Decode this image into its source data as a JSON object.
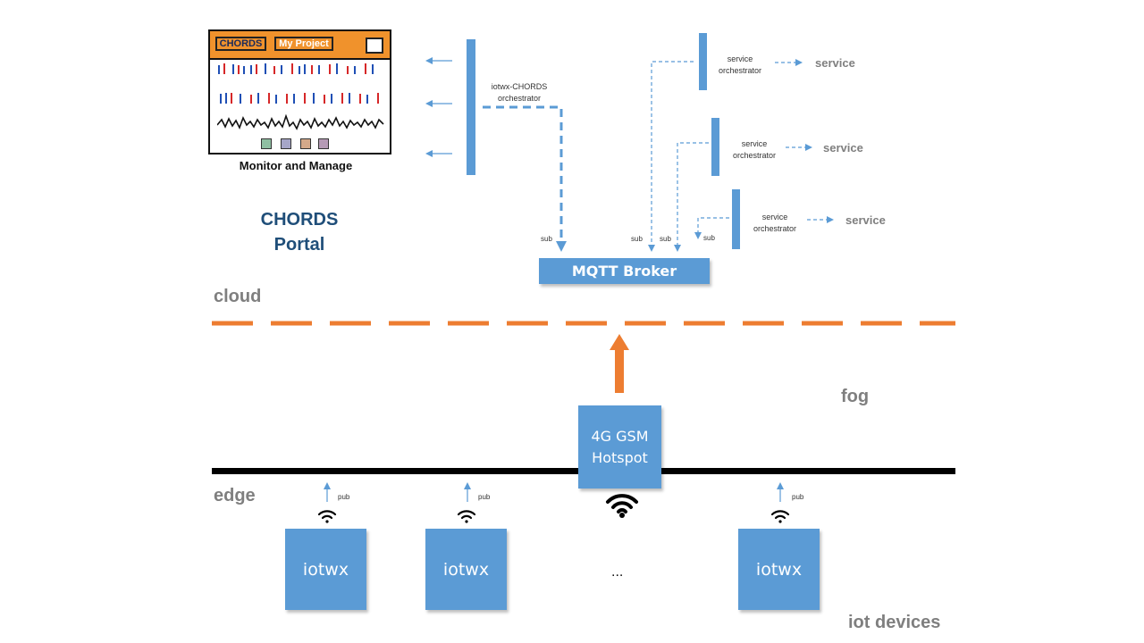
{
  "portal": {
    "tab_chords": "CHORDS",
    "tab_project": "My Project",
    "caption": "Monitor and Manage",
    "title_line1": "CHORDS",
    "title_line2": "Portal"
  },
  "orchestrator": {
    "line1": "iotwx-CHORDS",
    "line2": "orchestrator"
  },
  "service_orchestrator": {
    "line1": "service",
    "line2": "orchestrator"
  },
  "service_label": "service",
  "broker_label": "MQTT Broker",
  "sub_label": "sub",
  "pub_label": "pub",
  "layers": {
    "cloud": "cloud",
    "fog": "fog",
    "edge": "edge",
    "iot": "iot devices"
  },
  "hotspot": {
    "line1": "4G GSM",
    "line2": "Hotspot"
  },
  "device_label": "iotwx",
  "ellipsis": "...",
  "colors": {
    "box_blue": "#5b9bd5",
    "cloud_boundary_orange": "#ed7d31",
    "layer_label_gray": "#7f7f7f"
  }
}
